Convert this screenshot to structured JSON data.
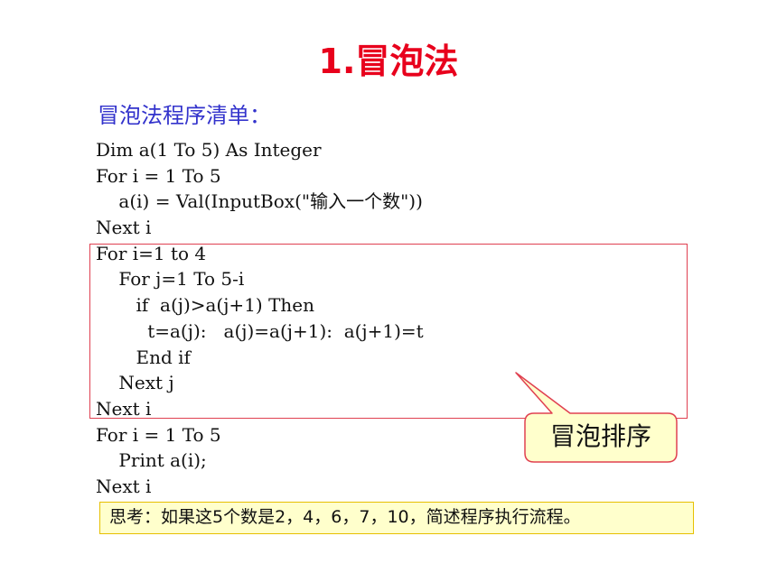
{
  "slide": {
    "title": "1.冒泡法",
    "subtitle": "冒泡法程序清单：",
    "code_lines": [
      "Dim a(1 To 5) As Integer",
      "For i = 1 To 5",
      "    a(i) = Val(InputBox(\"输入一个数\"))",
      "Next i",
      "For i=1 to 4",
      "    For j=1 To 5-i",
      "       if  a(j)>a(j+1) Then",
      "         t=a(j):   a(j)=a(j+1):  a(j+1)=t",
      "       End if",
      "    Next j",
      "Next i",
      "For i = 1 To 5",
      "    Print a(i);",
      "Next i"
    ],
    "callout_label": "冒泡排序",
    "question": "思考：如果这5个数是2，4，6，7，10，简述程序执行流程。"
  },
  "colors": {
    "title": "#e8001c",
    "subtitle": "#3333cc",
    "highlight_border": "#e04050",
    "callout_fill": "#ffffcc",
    "callout_border": "#e04050",
    "question_fill": "#ffffcc",
    "question_border": "#e6c000"
  }
}
